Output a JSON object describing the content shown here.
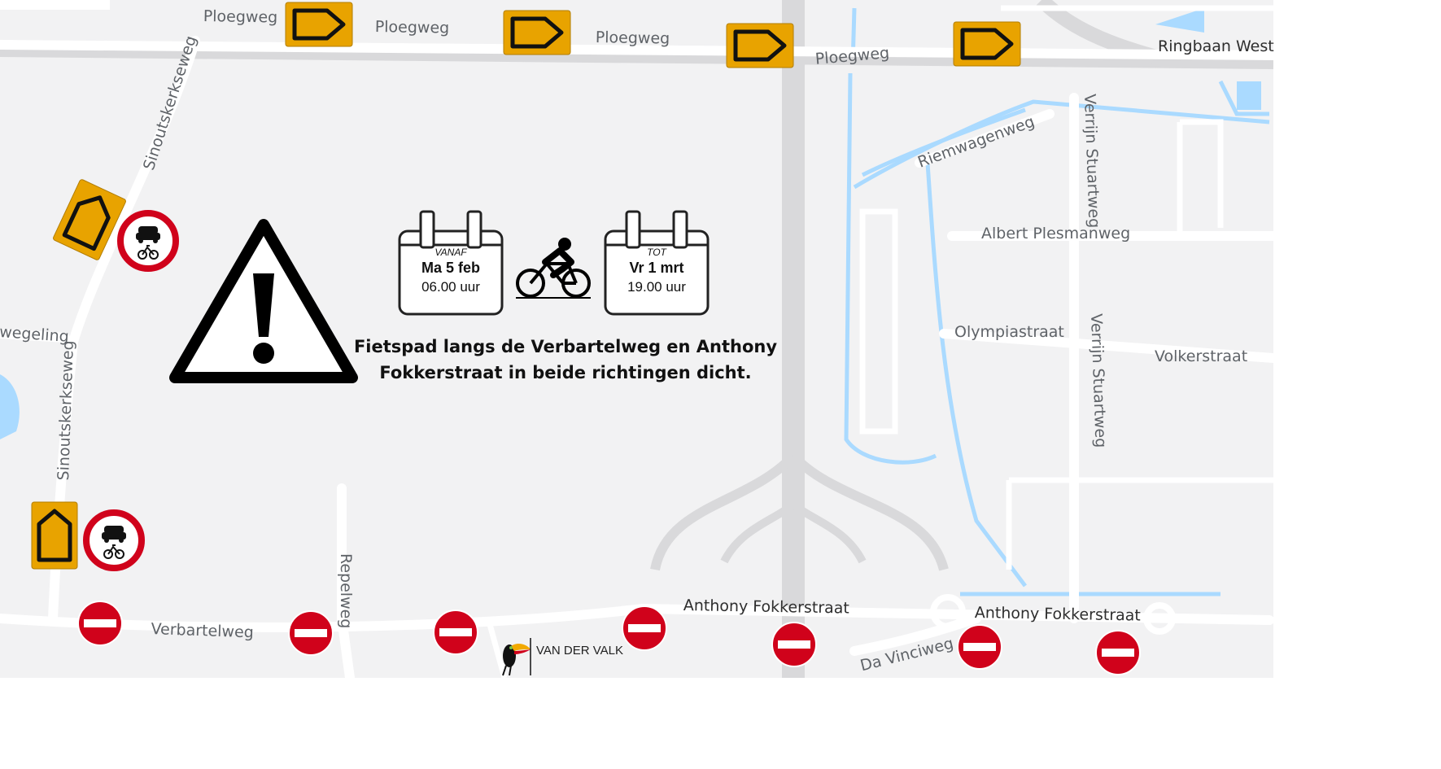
{
  "streets": {
    "ploegweg_1": "Ploegweg",
    "ploegweg_2": "Ploegweg",
    "ploegweg_3": "Ploegweg",
    "ploegweg_4": "Ploegweg",
    "ringbaan_west": "Ringbaan West",
    "sinoutskerkseweg_1": "Sinoutskerkseweg",
    "sinoutskerkseweg_2": "Sinoutskerkseweg",
    "wegeling": "wegeling",
    "riemwagenweg": "Riemwagenweg",
    "verrijn_stuartweg_1": "Verrijn Stuartweg",
    "verrijn_stuartweg_2": "Verrijn Stuartweg",
    "albert_plesmanweg": "Albert Plesmanweg",
    "olympiastraat": "Olympiastraat",
    "volkerstraat": "Volkerstraat",
    "verbartelweg": "Verbartelweg",
    "repelweg": "Repelweg",
    "anthony_fokkerstraat_1": "Anthony Fokkerstraat",
    "anthony_fokkerstraat_2": "Anthony Fokkerstraat",
    "da_vinciweg": "Da Vinciweg"
  },
  "calendar_from": {
    "label": "VANAF",
    "date": "Ma 5 feb",
    "time": "06.00 uur"
  },
  "calendar_to": {
    "label": "TOT",
    "date": "Vr 1 mrt",
    "time": "19.00 uur"
  },
  "notice": "Fietspad langs de Verbartelweg en Anthony Fokkerstraat in beide richtingen dicht.",
  "logo": {
    "name": "VAN DER VALK",
    "icon": "toucan-icon"
  },
  "icons": {
    "warning": "warning-triangle-icon",
    "cyclist": "cyclist-icon",
    "detour": "detour-arrow-icon",
    "closed": "no-motor-vehicles-sign-icon",
    "no_entry": "no-entry-sign-icon",
    "calendar": "calendar-icon"
  },
  "colors": {
    "map_bg": "#f2f2f3",
    "road": "#ffffff",
    "highway": "#d9d9db",
    "water": "#aadaff",
    "detour_yellow": "#e8a300",
    "sign_red": "#d0021b"
  }
}
